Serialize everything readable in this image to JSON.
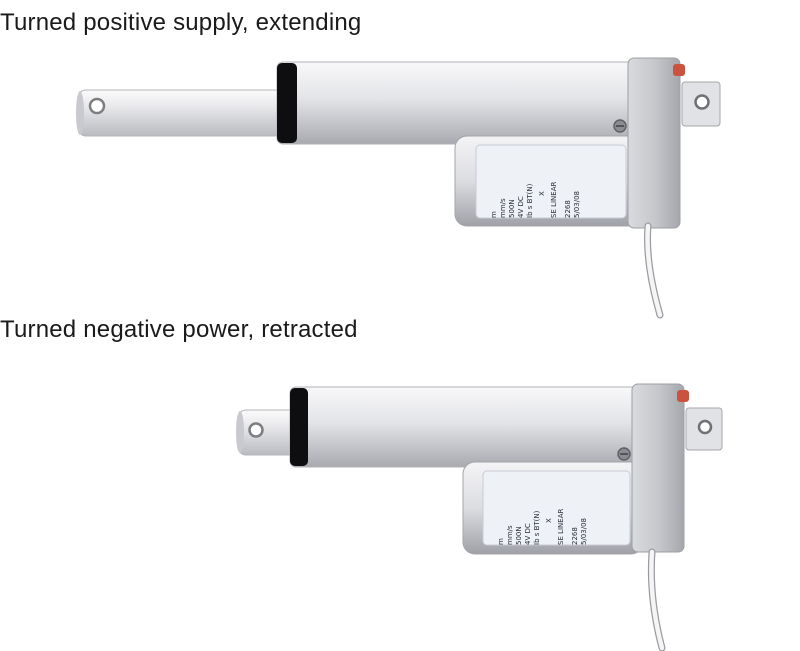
{
  "scenes": [
    {
      "caption": "Turned positive supply, extending",
      "state": "extended",
      "label_lines": [
        "m",
        "mm/s",
        "500N",
        "4V DC",
        "Ib s BT(N)",
        "X",
        "SE LINEAR",
        "2268",
        "5/03/08"
      ]
    },
    {
      "caption": "Turned negative power, retracted",
      "state": "retracted",
      "label_lines": [
        "m",
        "mm/s",
        "500N",
        "4V DC",
        "Ib s BT(N)",
        "X",
        "SE LINEAR",
        "2268",
        "5/03/08"
      ]
    }
  ],
  "colors": {
    "aluminum_light": "#f2f2f4",
    "aluminum_mid": "#d4d5d9",
    "aluminum_dark": "#a9abb0",
    "band": "#0e0e10",
    "label": "#eef1f5",
    "cable": "#f5f5f5"
  }
}
